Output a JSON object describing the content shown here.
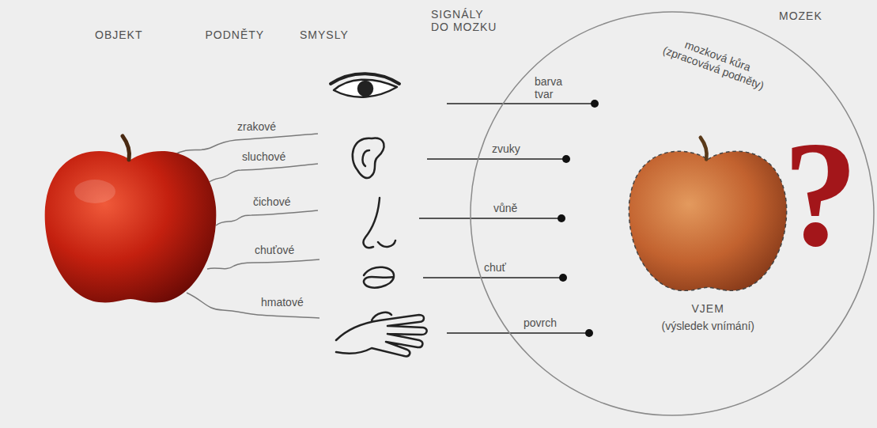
{
  "diagram": {
    "nodes": [
      {
        "text": [
          "MOZEK",
          "mozková kůra (zpracovává podněty)"
        ]
      },
      {
        "text": [
          "VJEM",
          "(výsledek vnímání)"
        ],
        "in": 0
      }
    ],
    "labels": [
      "OBJEKT",
      "PODNĚTY",
      "SMYSLY",
      "SIGNÁLY DO MOZKU",
      "zrakové",
      "sluchové",
      "čichové",
      "chuťové",
      "hmatové",
      "barva tvar",
      "zvuky",
      "vůně",
      "chuť",
      "povrch",
      "?"
    ]
  }
}
